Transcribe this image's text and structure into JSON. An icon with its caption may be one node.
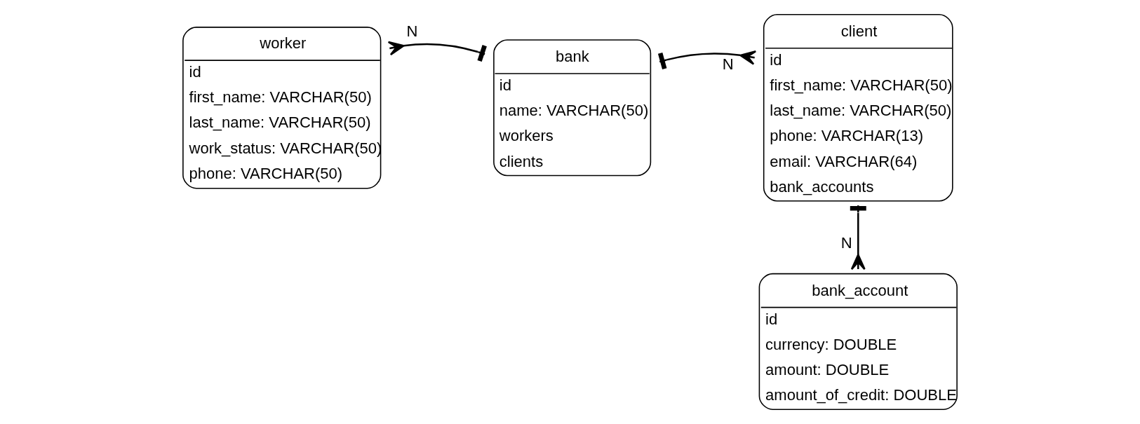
{
  "diagram": {
    "nodes": [
      {
        "text": [
          "worker",
          "id",
          "first_name: VARCHAR(50)",
          "last_name: VARCHAR(50)",
          "work_status: VARCHAR(50)",
          "phone: VARCHAR(50)"
        ]
      },
      {
        "text": [
          "bank",
          "id",
          "name: VARCHAR(50)",
          "workers",
          "clients"
        ]
      },
      {
        "text": [
          "client",
          "id",
          "first_name: VARCHAR(50)",
          "last_name: VARCHAR(50)",
          "phone: VARCHAR(13)",
          "email: VARCHAR(64)",
          "bank_accounts"
        ]
      },
      {
        "text": [
          "bank_account",
          "id",
          "currency: DOUBLE",
          "amount: DOUBLE",
          "amount_of_credit: DOUBLE"
        ]
      }
    ],
    "edges": [
      {
        "from": 1,
        "to": 0,
        "arrow": "other",
        "label": "N"
      },
      {
        "from": 1,
        "to": 2,
        "arrow": "other",
        "label": "N"
      },
      {
        "from": 2,
        "to": 3,
        "arrow": "other",
        "label": "N"
      }
    ]
  }
}
